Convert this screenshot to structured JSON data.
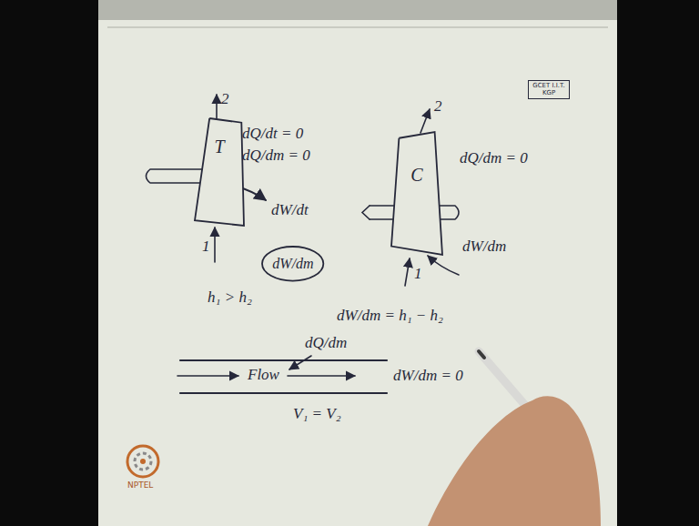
{
  "diagram": {
    "nodes": [
      {
        "text": [
          "GCET I.I.T. KGP"
        ]
      },
      {
        "text": [
          "T"
        ]
      },
      {
        "text": [
          "C"
        ]
      },
      {
        "text": [
          "dW/dm"
        ]
      }
    ],
    "labels": [
      "2",
      "1",
      "dQ/dt = 0",
      "dQ/dm = 0",
      "dW/dt",
      "h₁ > h₂",
      "2",
      "1",
      "dQ/dm = 0",
      "dW/dm",
      "dW/dm = h₁ − h₂",
      "dQ/dm",
      "Flow",
      "dW/dm = 0",
      "V₁ = V₂",
      "NPTEL"
    ]
  }
}
